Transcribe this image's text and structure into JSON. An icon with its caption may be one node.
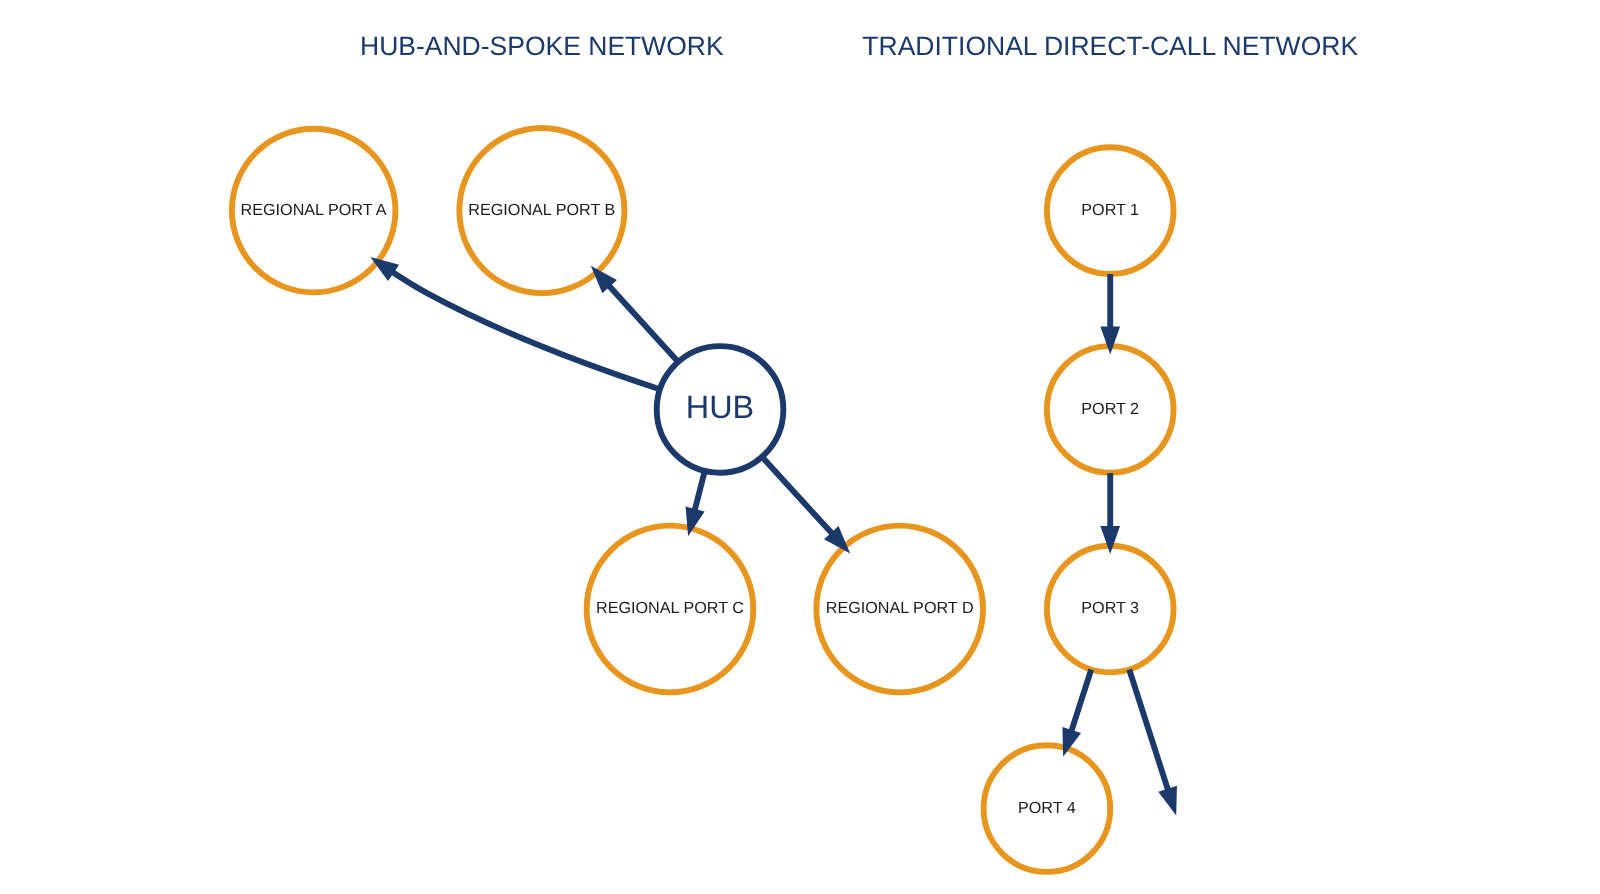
{
  "diagram": {
    "nodes": [
      {
        "text": [
          "REGIONAL PORT A"
        ]
      },
      {
        "text": [
          "REGIONAL PORT B"
        ]
      },
      {
        "text": [
          "HUB"
        ]
      },
      {
        "text": [
          "REGIONAL PORT C"
        ]
      },
      {
        "text": [
          "REGIONAL PORT D"
        ]
      },
      {
        "text": [
          "PORT 1"
        ]
      },
      {
        "text": [
          "PORT 2"
        ]
      },
      {
        "text": [
          "PORT 3"
        ]
      },
      {
        "text": [
          "PORT 4"
        ]
      }
    ],
    "edges": [
      {
        "from": 2,
        "to": 0,
        "arrow": "to"
      },
      {
        "from": 2,
        "to": 1,
        "arrow": "to"
      },
      {
        "from": 2,
        "to": 3,
        "arrow": "to"
      },
      {
        "from": 2,
        "to": 4,
        "arrow": "to"
      },
      {
        "from": 5,
        "to": 6,
        "arrow": "to"
      },
      {
        "from": 6,
        "to": 7,
        "arrow": "to"
      },
      {
        "from": 7,
        "to": null,
        "arrow": "to"
      },
      {
        "from": 7,
        "to": 8,
        "arrow": "to"
      }
    ],
    "labels": [
      "HUB-AND-SPOKE NETWORK",
      "TRADITIONAL DIRECT-CALL NETWORK"
    ]
  }
}
